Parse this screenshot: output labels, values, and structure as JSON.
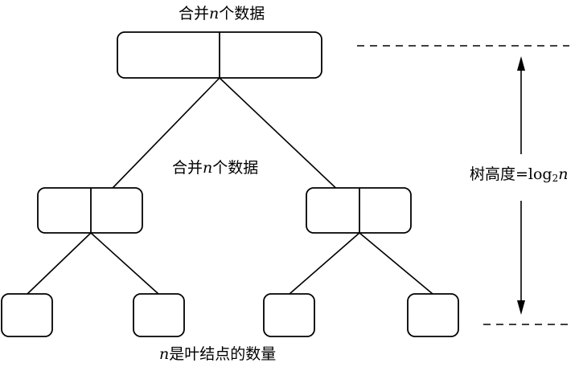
{
  "labels": {
    "top_pre": "合并",
    "top_var": "n",
    "top_post": "个数据",
    "mid_pre": "合并",
    "mid_var": "n",
    "mid_post": "个数据",
    "bottom_var": "n",
    "bottom_post": "是叶结点的数量",
    "height_pre": "树高度=log",
    "height_sub": "2",
    "height_var": "n"
  }
}
